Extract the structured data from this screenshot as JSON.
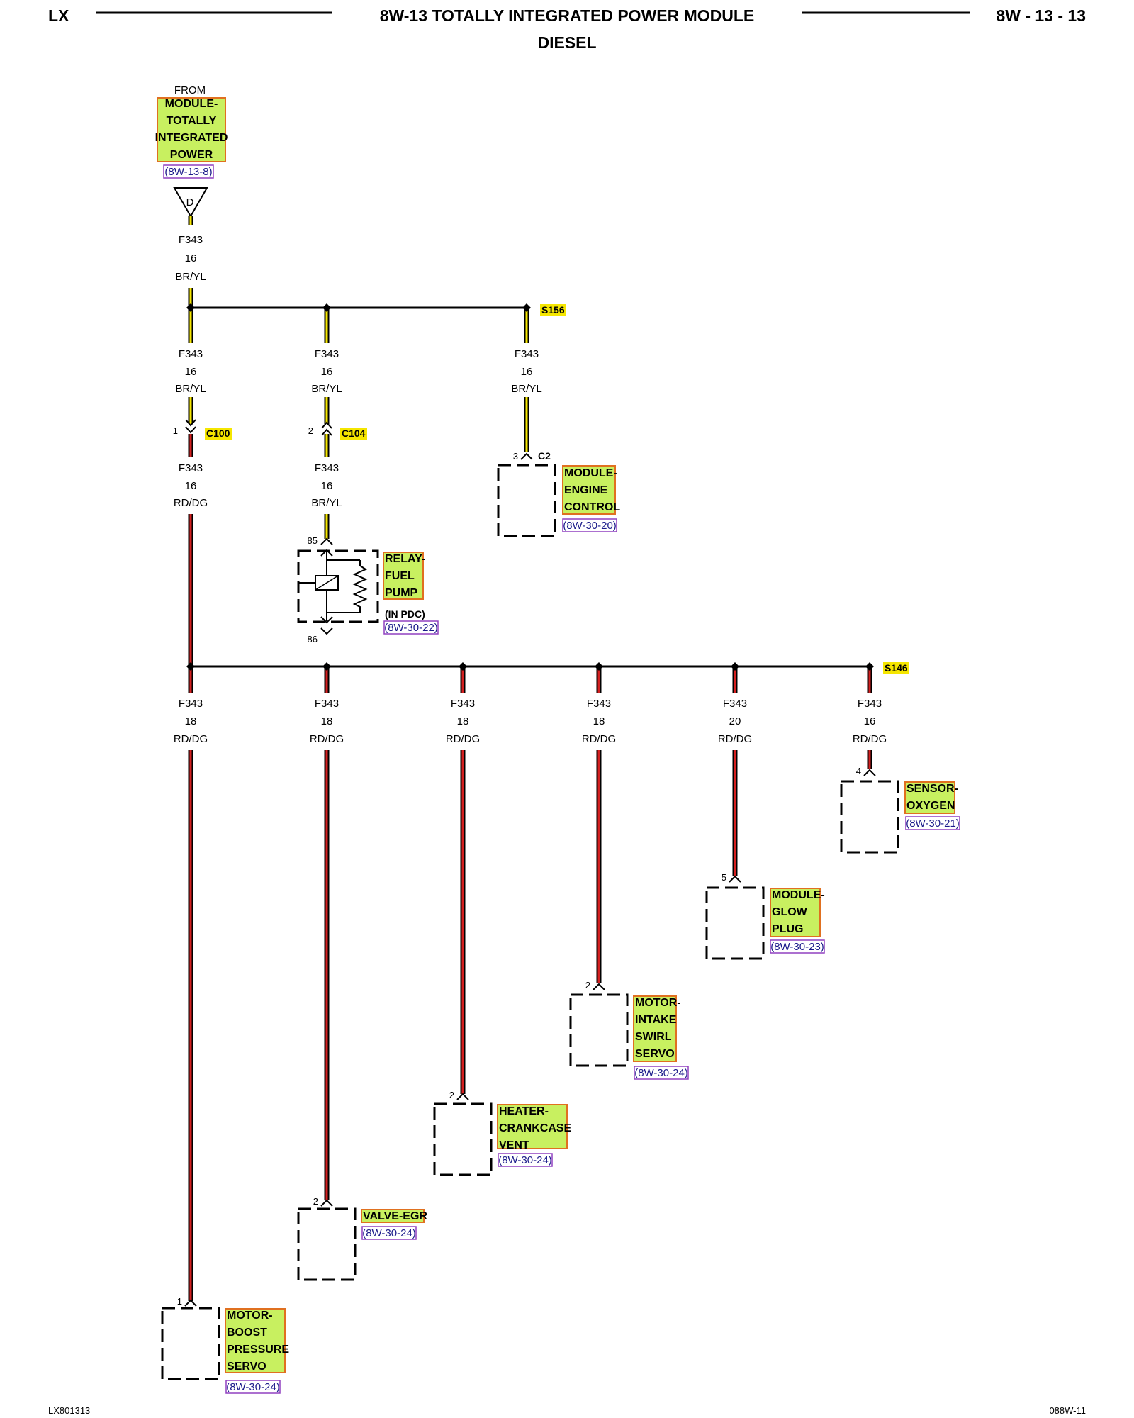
{
  "header": {
    "left": "LX",
    "title_line1": "8W-13 TOTALLY INTEGRATED POWER MODULE",
    "title_line2": "DIESEL",
    "right": "8W - 13 - 13"
  },
  "source": {
    "from_label": "FROM",
    "name_lines": [
      "MODULE-",
      "TOTALLY",
      "INTEGRATED",
      "POWER"
    ],
    "ref": "(8W-13-8)",
    "triangle_letter": "D"
  },
  "wires": {
    "top": {
      "circuit": "F343",
      "gauge": "16",
      "color": "BR/YL"
    },
    "b1": {
      "circuit": "F343",
      "gauge": "16",
      "color": "BR/YL"
    },
    "b2": {
      "circuit": "F343",
      "gauge": "16",
      "color": "BR/YL"
    },
    "b3": {
      "circuit": "F343",
      "gauge": "16",
      "color": "BR/YL"
    },
    "b1_after": {
      "circuit": "F343",
      "gauge": "16",
      "color": "RD/DG"
    },
    "b2_after": {
      "circuit": "F343",
      "gauge": "16",
      "color": "BR/YL"
    },
    "l1": {
      "circuit": "F343",
      "gauge": "18",
      "color": "RD/DG"
    },
    "l2": {
      "circuit": "F343",
      "gauge": "18",
      "color": "RD/DG"
    },
    "l3": {
      "circuit": "F343",
      "gauge": "18",
      "color": "RD/DG"
    },
    "l4": {
      "circuit": "F343",
      "gauge": "18",
      "color": "RD/DG"
    },
    "l5": {
      "circuit": "F343",
      "gauge": "20",
      "color": "RD/DG"
    },
    "l6": {
      "circuit": "F343",
      "gauge": "16",
      "color": "RD/DG"
    }
  },
  "splices": {
    "s156": "S156",
    "s146": "S146"
  },
  "connectors": {
    "c100": {
      "name": "C100",
      "pin": "1"
    },
    "c104": {
      "name": "C104",
      "pin": "2"
    },
    "c2": {
      "name": "C2",
      "pin": "3"
    }
  },
  "relay": {
    "name_lines": [
      "RELAY-",
      "FUEL",
      "PUMP"
    ],
    "note": "(IN PDC)",
    "ref": "(8W-30-22)",
    "pin_top": "85",
    "pin_bottom": "86"
  },
  "components": {
    "ecm": {
      "name_lines": [
        "MODULE-",
        "ENGINE",
        "CONTROL"
      ],
      "ref": "(8W-30-20)"
    },
    "oxygen": {
      "name_lines": [
        "SENSOR-",
        "OXYGEN"
      ],
      "ref": "(8W-30-21)",
      "pin": "4"
    },
    "glow": {
      "name_lines": [
        "MODULE-",
        "GLOW",
        "PLUG"
      ],
      "ref": "(8W-30-23)",
      "pin": "5"
    },
    "swirl": {
      "name_lines": [
        "MOTOR-",
        "INTAKE",
        "SWIRL",
        "SERVO"
      ],
      "ref": "(8W-30-24)",
      "pin": "2"
    },
    "heater": {
      "name_lines": [
        "HEATER-",
        "CRANKCASE",
        "VENT"
      ],
      "ref": "(8W-30-24)",
      "pin": "2"
    },
    "egr": {
      "name_lines": [
        "VALVE-EGR"
      ],
      "ref": "(8W-30-24)",
      "pin": "2"
    },
    "boost": {
      "name_lines": [
        "MOTOR-",
        "BOOST",
        "PRESSURE",
        "SERVO"
      ],
      "ref": "(8W-30-24)",
      "pin": "1"
    }
  },
  "footer": {
    "left": "LX801313",
    "right": "088W-11"
  },
  "colors": {
    "wire_yellow": "#f5e600",
    "wire_red": "#d42020",
    "highlight": "#c8f060",
    "highlight_border": "#e07020",
    "ref_border": "#9040c0"
  }
}
